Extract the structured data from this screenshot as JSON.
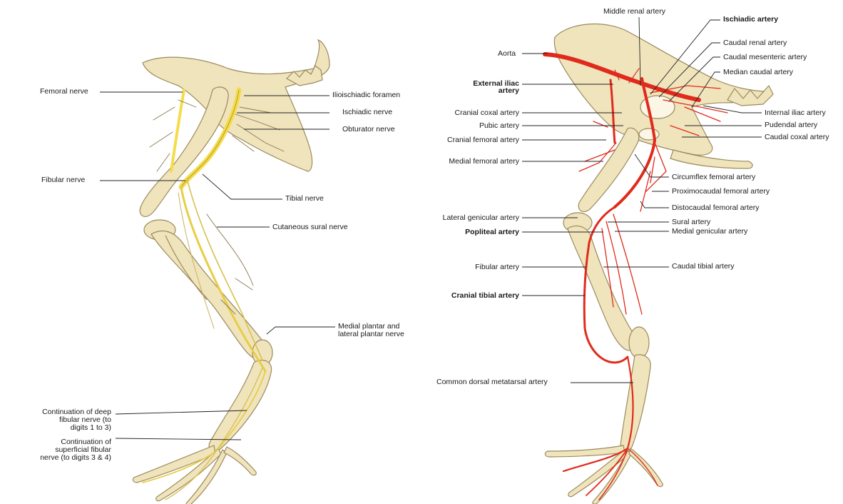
{
  "colors": {
    "bone": "#f0e4bd",
    "bone_outline": "#9b8a5c",
    "nerve": "#f5dc4a",
    "artery": "#e02b1c",
    "leader": "#222222"
  },
  "left_panel": {
    "labels": {
      "femoral": "Femoral nerve",
      "ilioischiadic": "Ilioischiadic foramen",
      "ischiadic": "Ischiadic nerve",
      "obturator": "Obturator nerve",
      "fibular": "Fibular nerve",
      "tibial": "Tibial nerve",
      "cutaneous_sural": "Cutaneous sural nerve",
      "medial_plantar": "Medial plantar and\nlateral plantar nerve",
      "deep_fibular": "Continuation of deep\nfibular nerve (to\ndigits 1 to 3)",
      "superficial_fibular": "Continuation of\nsuperficial fibular\nnerve (to digits 3 & 4)"
    }
  },
  "right_panel": {
    "labels": {
      "middle_renal": "Middle renal artery",
      "ischiadic_artery": "Ischiadic artery",
      "caudal_renal": "Caudal renal artery",
      "aorta": "Aorta",
      "caudal_mesenteric": "Caudal mesenteric artery",
      "median_caudal": "Median caudal artery",
      "external_iliac": "External iliac\nartery",
      "cranial_coxal": "Cranial coxal artery",
      "internal_iliac": "Internal iliac artery",
      "pubic": "Pubic artery",
      "pudendal": "Pudendal artery",
      "cranial_femoral": "Cranial femoral artery",
      "caudal_coxal": "Caudal coxal artery",
      "medial_femoral": "Medial femoral artery",
      "circumflex_femoral": "Circumflex femoral artery",
      "proximocaudal_femoral": "Proximocaudal femoral artery",
      "distocaudal_femoral": "Distocaudal femoral artery",
      "lateral_genicular": "Lateral genicular artery",
      "sural": "Sural artery",
      "popliteal": "Popliteal artery",
      "medial_genicular": "Medial genicular artery",
      "fibular_artery": "Fibular artery",
      "caudal_tibial": "Caudal tibial artery",
      "cranial_tibial": "Cranial tibial artery",
      "common_dorsal_metatarsal": "Common dorsal metatarsal artery"
    }
  }
}
